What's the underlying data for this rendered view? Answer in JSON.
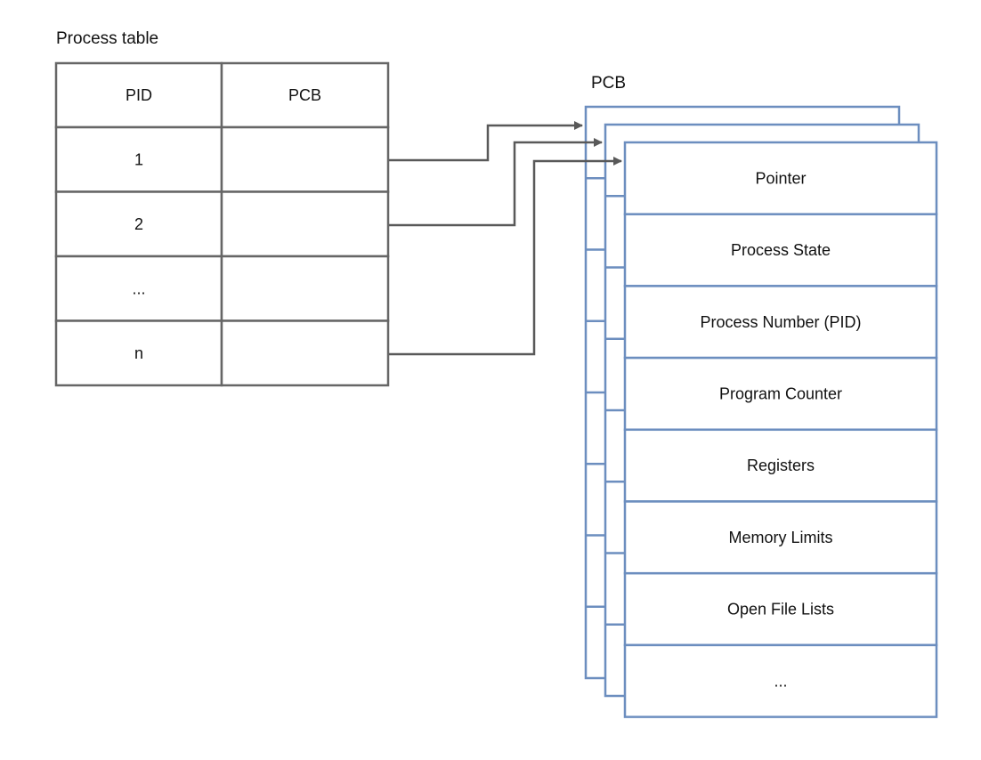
{
  "process_table": {
    "title": "Process table",
    "headers": [
      "PID",
      "PCB"
    ],
    "rows": [
      "1",
      "2",
      "...",
      "n"
    ]
  },
  "pcb": {
    "title": "PCB",
    "fields": [
      "Pointer",
      "Process State",
      "Process Number (PID)",
      "Program Counter",
      "Registers",
      "Memory Limits",
      "Open File Lists",
      "..."
    ]
  },
  "colors": {
    "table_stroke": "#666666",
    "pcb_stroke": "#6c8ebf",
    "arrow": "#595959"
  }
}
